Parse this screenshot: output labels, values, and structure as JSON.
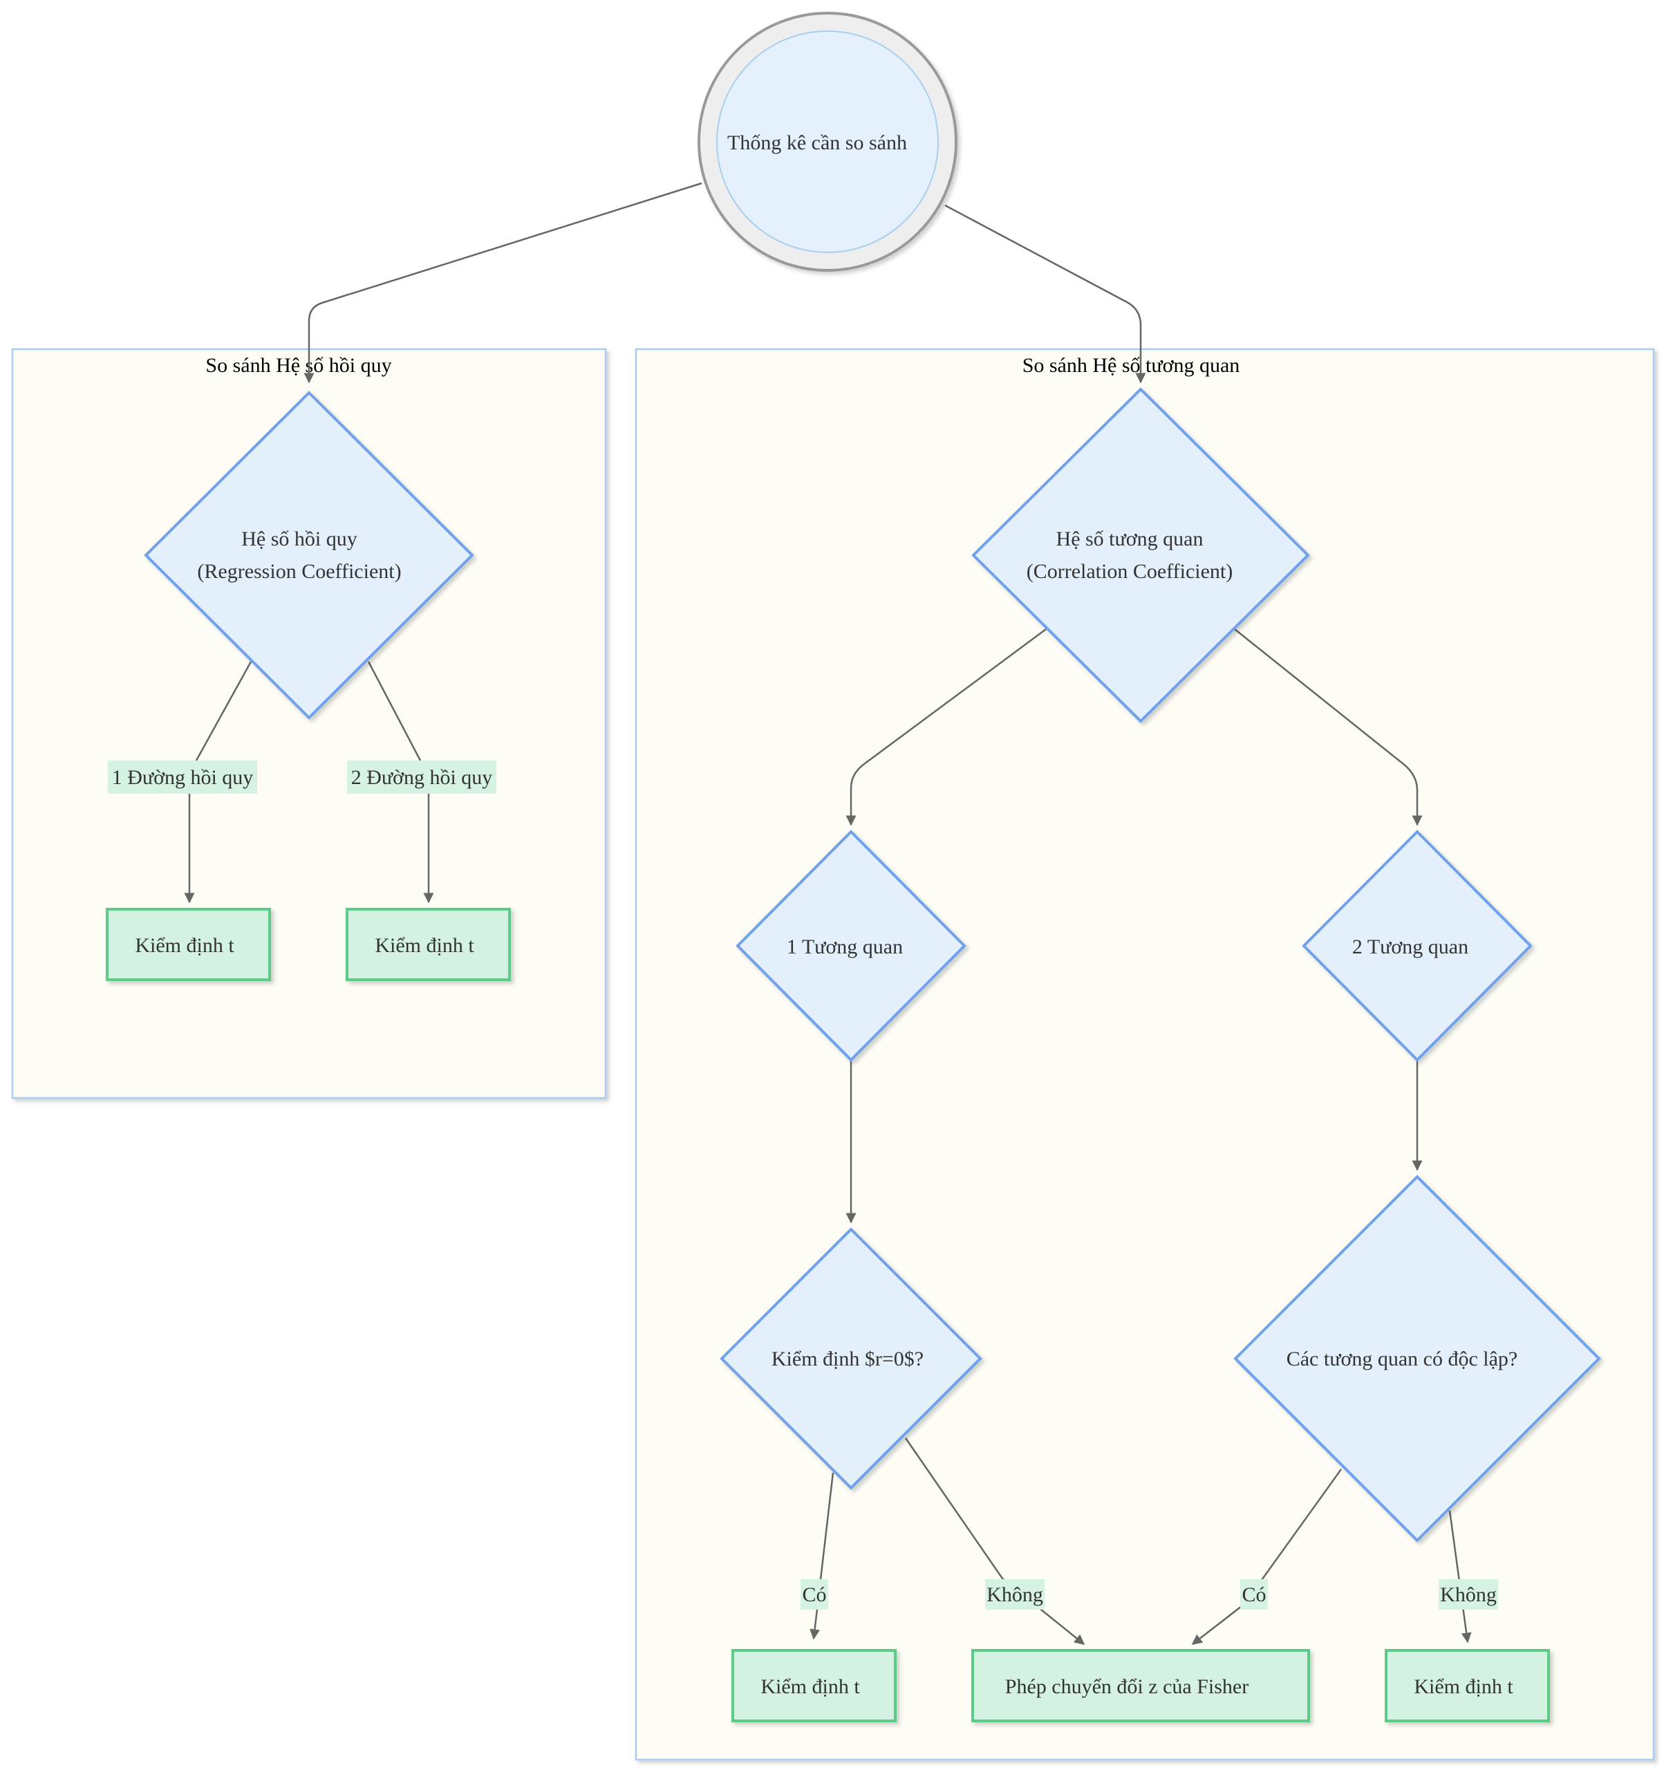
{
  "start": {
    "label": "Thống kê cần so sánh"
  },
  "clusters": {
    "regression": {
      "title": "So sánh Hệ số hồi quy"
    },
    "correlation": {
      "title": "So sánh Hệ số tương quan"
    }
  },
  "regression": {
    "decision": {
      "line1": "Hệ số hồi quy",
      "line2": "(Regression Coefficient)"
    },
    "edge_one": "1 Đường hồi quy",
    "edge_two": "2 Đường hồi quy",
    "result_one": "Kiểm định t",
    "result_two": "Kiểm định t"
  },
  "correlation": {
    "decision": {
      "line1": "Hệ số tương quan",
      "line2": "(Correlation Coefficient)"
    },
    "one": "1 Tương quan",
    "two": "2 Tương quan",
    "test_r0": "Kiểm định $r=0$?",
    "independent": "Các tương quan có độc lập?",
    "edge_yes_left": "Có",
    "edge_no_left": "Không",
    "edge_yes_right": "Có",
    "edge_no_right": "Không",
    "result_t_left": "Kiểm định t",
    "result_fisher": "Phép chuyển đổi z của Fisher",
    "result_t_right": "Kiểm định t"
  },
  "colors": {
    "decision_fill": "#e3f0fc",
    "decision_stroke": "#6fa1ea",
    "result_fill": "#d4f2e1",
    "result_stroke": "#5ccb88",
    "cluster_fill": "#fdfdf6",
    "cluster_stroke": "#a9cdf0",
    "edge": "#666666"
  }
}
